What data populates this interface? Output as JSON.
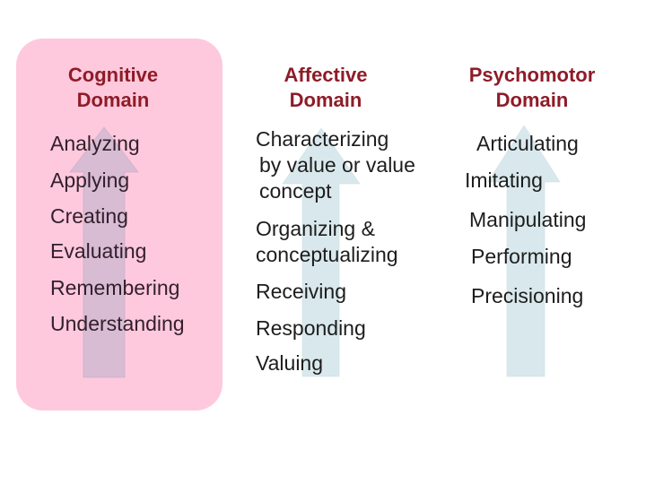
{
  "slide": {
    "background_color": "#ffffff",
    "panel_color": "#ffc9dd",
    "header_color": "#8e1c28",
    "cognitive_arrow_color": "#d8bcd4",
    "affective_arrow_color": "#d9e8ec",
    "psychomotor_arrow_color": "#d9e8ec"
  },
  "columns": [
    {
      "id": "cognitive",
      "header": {
        "line1": "Cognitive",
        "line2": "Domain"
      },
      "items": [
        {
          "text": "Analyzing"
        },
        {
          "text": "Applying"
        },
        {
          "text": "Creating"
        },
        {
          "text": "Evaluating"
        },
        {
          "text": "Remembering"
        },
        {
          "text": "Understanding"
        }
      ]
    },
    {
      "id": "affective",
      "header": {
        "line1": "Affective",
        "line2": "Domain"
      },
      "items": [
        {
          "lines": [
            "Characterizing",
            "by value or value",
            "concept"
          ]
        },
        {
          "lines": [
            "Organizing &",
            "conceptualizing"
          ]
        },
        {
          "text": "Receiving"
        },
        {
          "text": "Responding"
        },
        {
          "text": "Valuing"
        }
      ]
    },
    {
      "id": "psychomotor",
      "header": {
        "line1": "Psychomotor",
        "line2": "Domain"
      },
      "items": [
        {
          "text": "Articulating"
        },
        {
          "text": "Imitating"
        },
        {
          "text": "Manipulating"
        },
        {
          "text": "Performing"
        },
        {
          "text": "Precisioning"
        }
      ]
    }
  ]
}
